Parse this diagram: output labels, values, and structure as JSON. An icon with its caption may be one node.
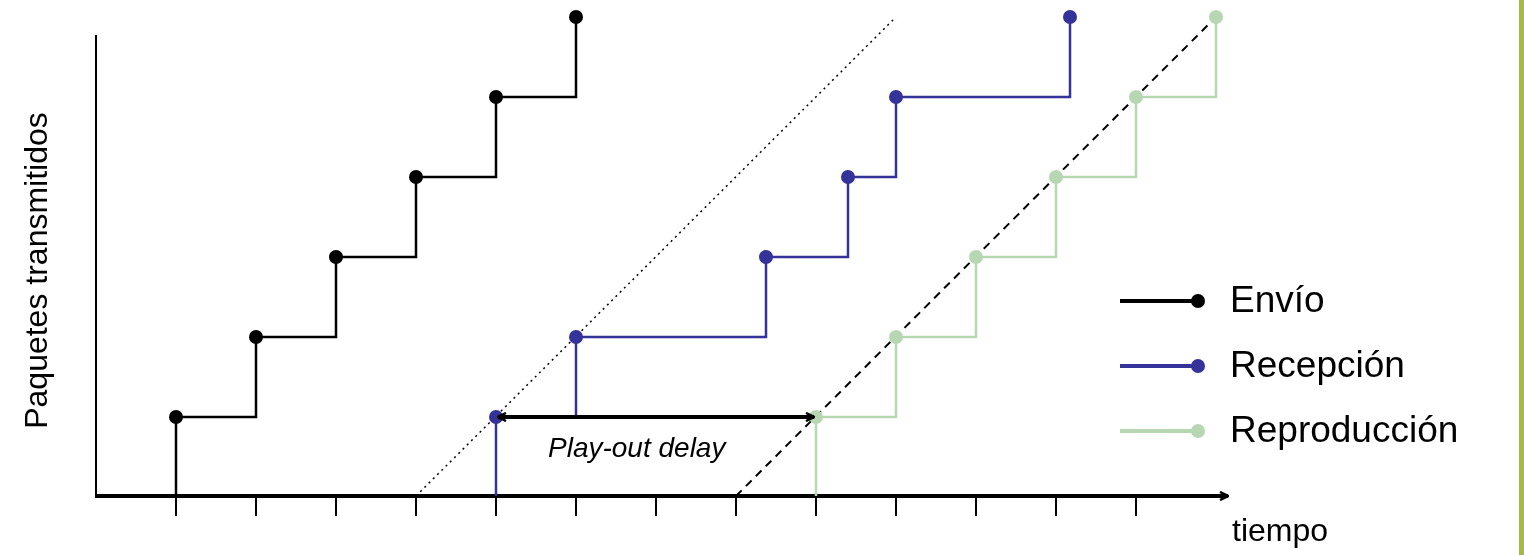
{
  "diagram": {
    "labels": [
      "Paquetes transmitidos",
      "Play-out delay",
      "tiempo"
    ],
    "legend": [
      {
        "text": "Envío",
        "color": "#000000"
      },
      {
        "text": "Recepción",
        "color": "#333399"
      },
      {
        "text": "Reproducción",
        "color": "#b7d7b3"
      }
    ]
  }
}
